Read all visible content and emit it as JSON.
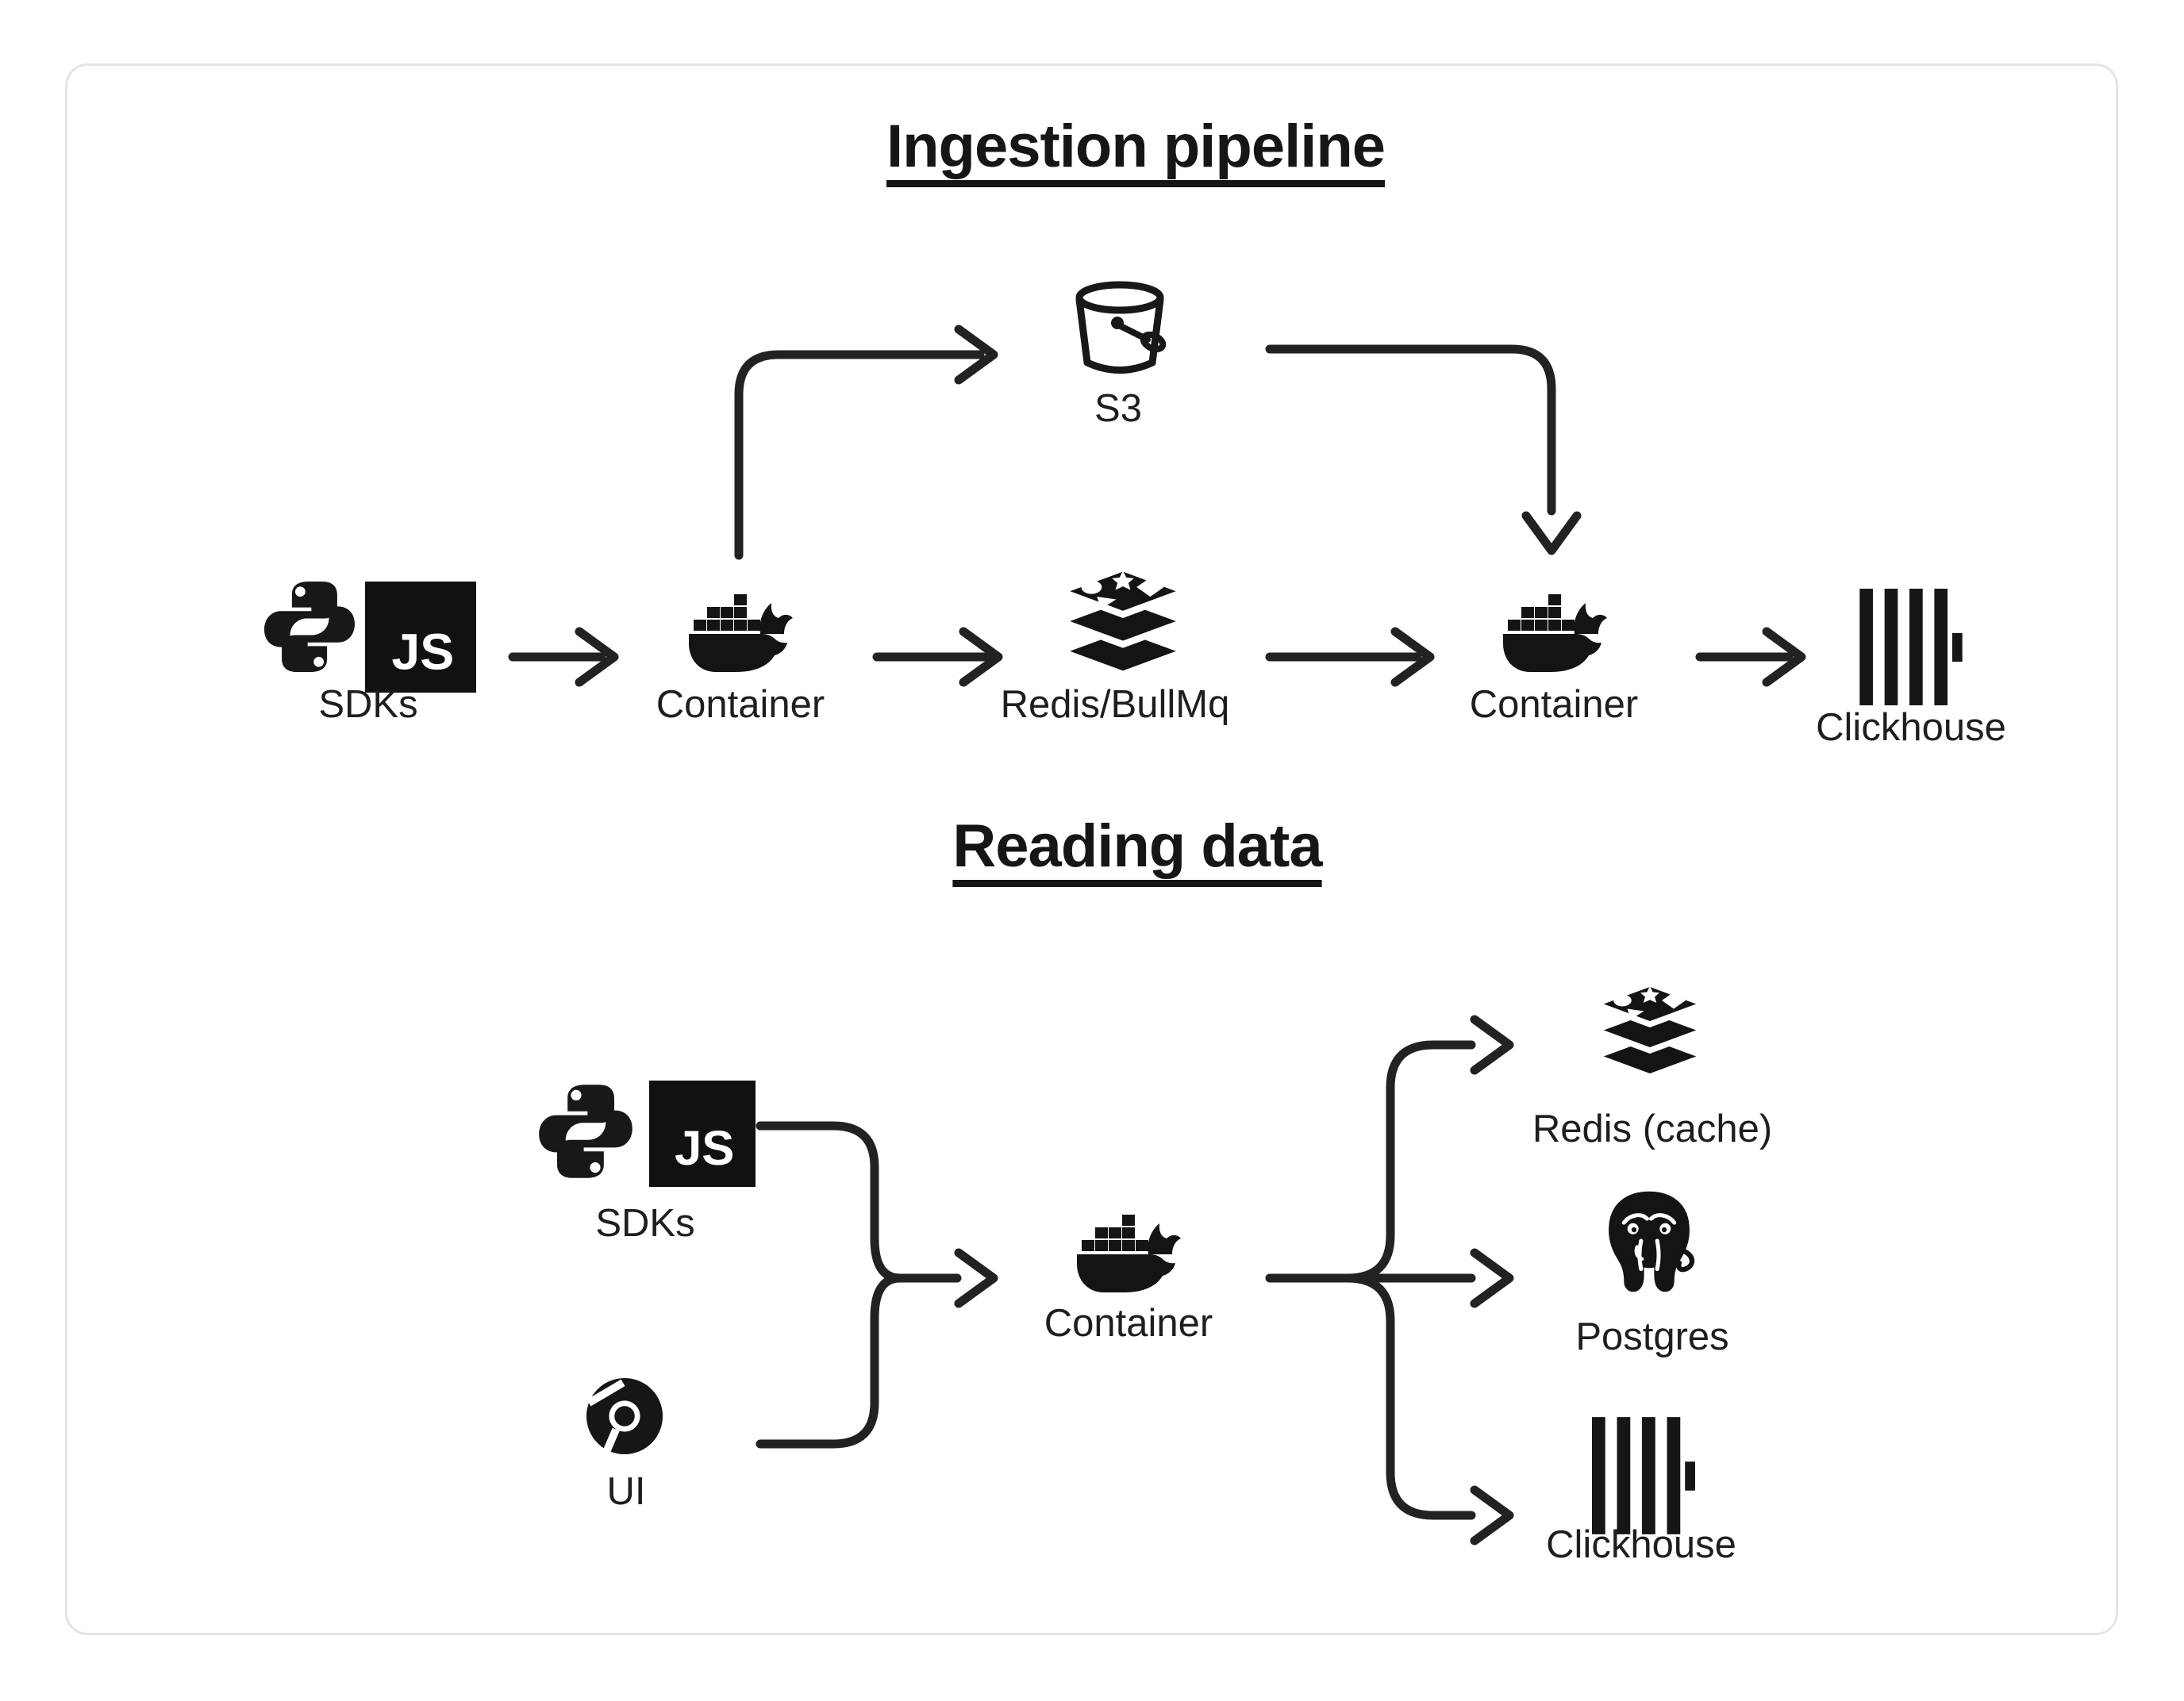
{
  "page": {
    "background": "#ffffff",
    "card_border_color": "#e4e4e4",
    "ink_color": "#222222",
    "text_color": "#1e1e1e"
  },
  "icons": {
    "python-icon": "two interlocked snake shapes (Python logo), black",
    "js-icon": "black square with white JS letters",
    "docker-icon": "whale with stacked container boxes (Docker logo), black",
    "redis-icon": "stack of three slabs with star/circle/diamond/triangle marks (Redis logo), black",
    "bucket-icon": "outlined bucket with handle (S3)",
    "clickhouse-icon": "four tall vertical bars plus one short bar (ClickHouse logo), black",
    "chrome-icon": "segmented browser circle (Chrome logo), black",
    "postgres-icon": "elephant head with white facial lines (PostgreSQL logo), black"
  },
  "sections": [
    {
      "title": "Ingestion pipeline",
      "nodes": [
        {
          "id": "sdks",
          "icons": [
            "python-icon",
            "js-icon"
          ],
          "label": "SDKs"
        },
        {
          "id": "container-1",
          "icons": [
            "docker-icon"
          ],
          "label": "Container"
        },
        {
          "id": "s3",
          "icons": [
            "bucket-icon"
          ],
          "label": "S3"
        },
        {
          "id": "redis-queue",
          "icons": [
            "redis-icon"
          ],
          "label": "Redis/BullMq"
        },
        {
          "id": "container-2",
          "icons": [
            "docker-icon"
          ],
          "label": "Container"
        },
        {
          "id": "clickhouse",
          "icons": [
            "clickhouse-icon"
          ],
          "label": "Clickhouse"
        }
      ],
      "flows": [
        "SDKs -> Container",
        "Container -> S3",
        "Container -> Redis/BullMq",
        "S3 -> Container",
        "Redis/BullMq -> Container",
        "Container -> Clickhouse"
      ]
    },
    {
      "title": "Reading data",
      "nodes": [
        {
          "id": "sdks",
          "icons": [
            "python-icon",
            "js-icon"
          ],
          "label": "SDKs"
        },
        {
          "id": "ui",
          "icons": [
            "chrome-icon"
          ],
          "label": "UI"
        },
        {
          "id": "container",
          "icons": [
            "docker-icon"
          ],
          "label": "Container"
        },
        {
          "id": "redis-cache",
          "icons": [
            "redis-icon"
          ],
          "label": "Redis (cache)"
        },
        {
          "id": "postgres",
          "icons": [
            "postgres-icon"
          ],
          "label": "Postgres"
        },
        {
          "id": "clickhouse",
          "icons": [
            "clickhouse-icon"
          ],
          "label": "Clickhouse"
        }
      ],
      "flows": [
        "SDKs -> Container",
        "UI -> Container",
        "Container -> Redis (cache)",
        "Container -> Postgres",
        "Container -> Clickhouse"
      ]
    }
  ]
}
